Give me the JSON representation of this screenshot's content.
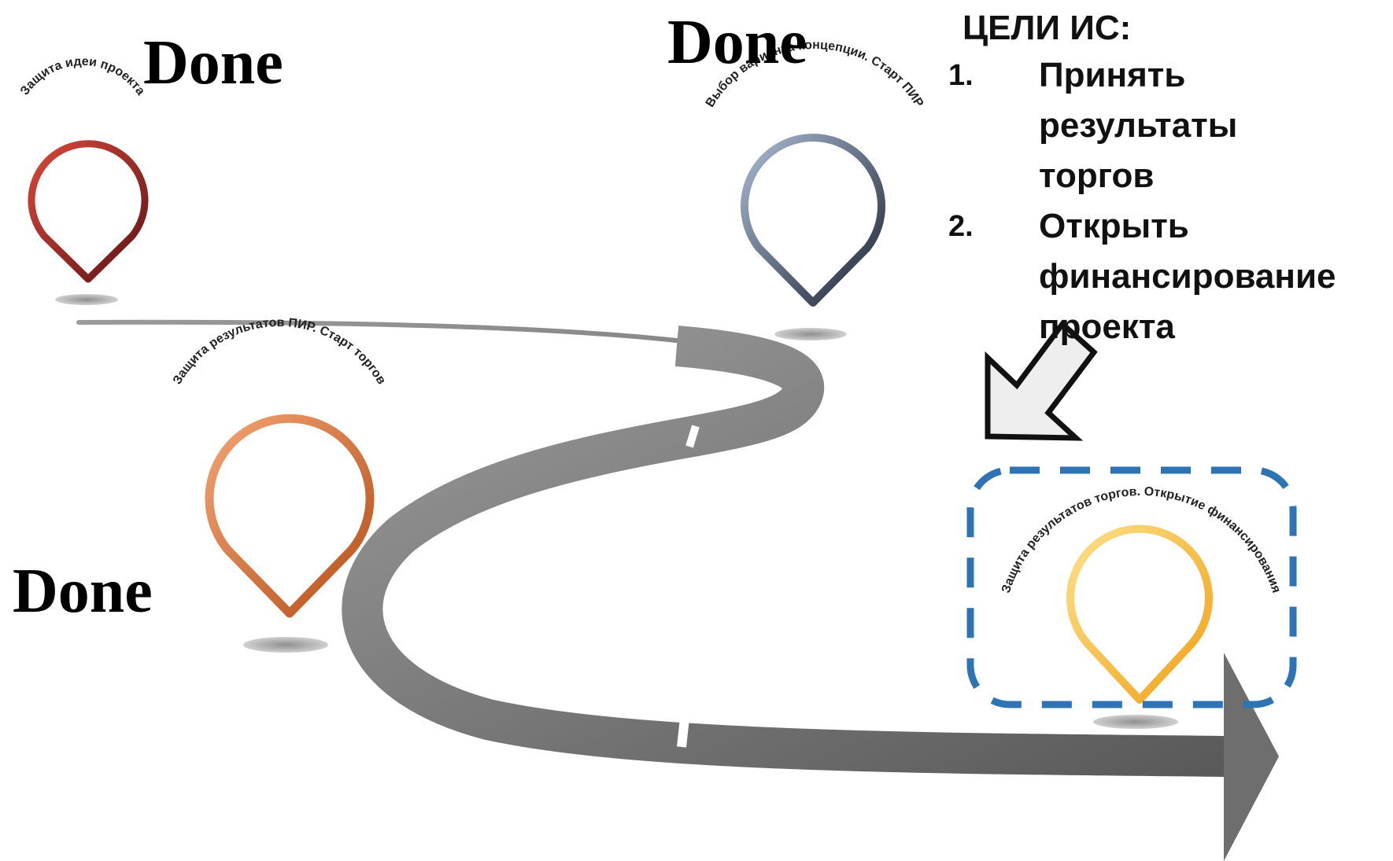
{
  "status_labels": [
    "Done",
    "Done",
    "Done"
  ],
  "milestones": [
    {
      "label": "Защита идеи проекта",
      "color_light": "#d9473c",
      "color_dark": "#5e1414"
    },
    {
      "label": "Выбор варианта концепции. Старт ПИР",
      "color_light": "#a9b9d2",
      "color_dark": "#1e2634"
    },
    {
      "label": "Защита результатов ПИР. Старт торгов",
      "color_light": "#f3a373",
      "color_dark": "#b4501a"
    },
    {
      "label": "Защита результатов торгов. Открытие финансирования",
      "color_light": "#fce08a",
      "color_dark": "#f2a116"
    }
  ],
  "goals": {
    "title": "ЦЕЛИ ИС:",
    "items": [
      {
        "number": "1.",
        "lines": [
          "Принять",
          "результаты",
          "торгов"
        ]
      },
      {
        "number": "2.",
        "lines": [
          "Открыть",
          "финансирование",
          "проекта"
        ]
      }
    ]
  },
  "colors": {
    "road_light": "#9a9a9a",
    "road_dark": "#5a5a5a",
    "highlight_box": "#2e74b5",
    "callout_arrow_fill": "#eeeeee",
    "callout_arrow_stroke": "#111111"
  }
}
